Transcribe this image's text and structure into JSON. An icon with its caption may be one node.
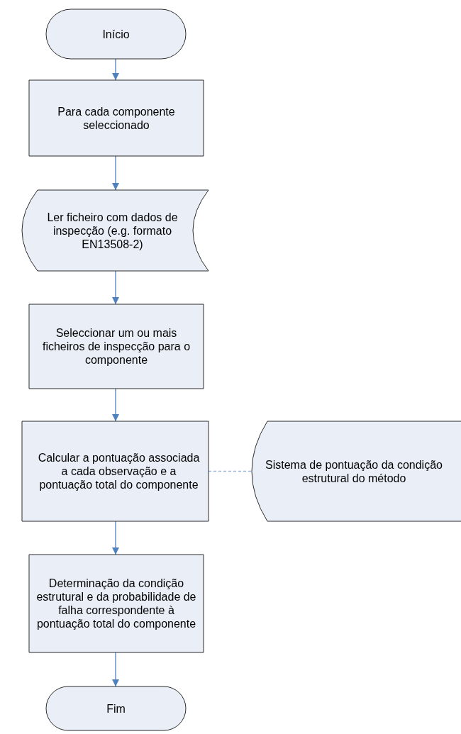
{
  "diagram": {
    "nodes": [
      {
        "text": [
          "Início"
        ]
      },
      {
        "text": [
          "Para cada componente seleccionado"
        ]
      },
      {
        "text": [
          "Ler ficheiro com dados de inspecção (e.g. formato EN13508-2)"
        ]
      },
      {
        "text": [
          "Seleccionar um ou mais ficheiros de inspecção para o componente"
        ]
      },
      {
        "text": [
          "Calcular a pontuação associada a cada observação e a pontuação total do componente"
        ]
      },
      {
        "text": [
          "Sistema de pontuação da condição estrutural do método"
        ]
      },
      {
        "text": [
          "Determinação da condição estrutural e da probabilidade de falha correspondente à pontuação total do componente"
        ]
      },
      {
        "text": [
          "Fim"
        ]
      }
    ],
    "edges": [
      {
        "from": 0,
        "to": 1,
        "arrow": "to"
      },
      {
        "from": 1,
        "to": 2,
        "arrow": "to"
      },
      {
        "from": 2,
        "to": 3,
        "arrow": "to"
      },
      {
        "from": 3,
        "to": 4,
        "arrow": "to"
      },
      {
        "from": 4,
        "to": 5,
        "arrow": "none",
        "style": "dashed",
        "color": "#9ab6e0"
      },
      {
        "from": 4,
        "to": 6,
        "arrow": "to"
      },
      {
        "from": 6,
        "to": 7,
        "arrow": "to"
      }
    ]
  }
}
